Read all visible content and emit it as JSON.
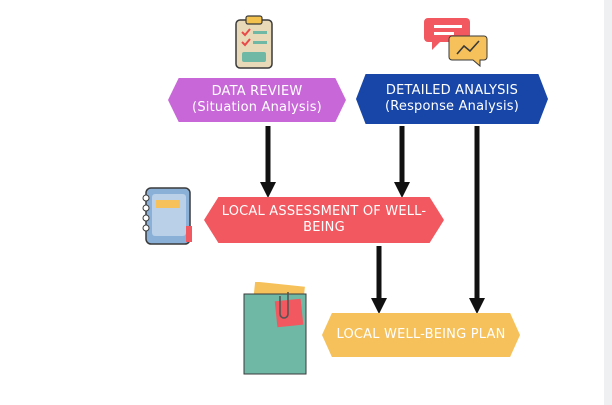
{
  "nodes": {
    "data_review": {
      "title": "DATA REVIEW",
      "subtitle": "(Situation Analysis)",
      "color": "#c868d8"
    },
    "detailed_analysis": {
      "title": "DETAILED ANALYSIS",
      "subtitle": "(Response Analysis)",
      "color": "#1746a8"
    },
    "assessment": {
      "line1": "LOCAL ASSESSMENT OF WELL-",
      "line2": "BEING",
      "color": "#f2585f"
    },
    "plan": {
      "title": "LOCAL WELL-BEING PLAN",
      "color": "#f6c15a"
    }
  },
  "arrow_color": "#111111",
  "icons": [
    "clipboard-icon",
    "chat-bubbles-icon",
    "notebook-icon",
    "sticky-notes-icon"
  ]
}
